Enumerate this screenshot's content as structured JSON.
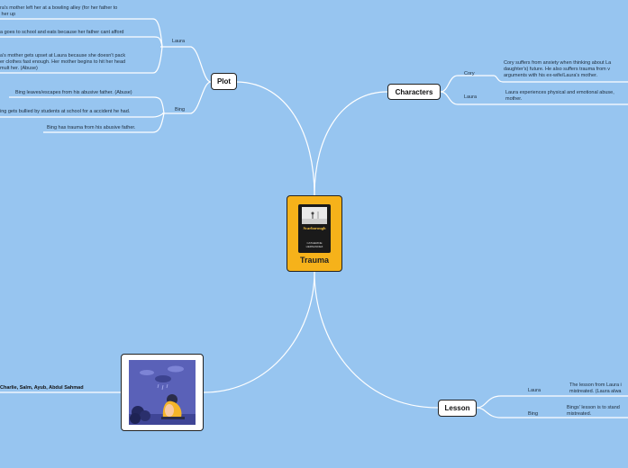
{
  "central": {
    "title": "Trauma",
    "book_title": "Scarborough",
    "book_author": "CATHERINE HERNANDEZ"
  },
  "branches": {
    "plot": "Plot",
    "characters": "Characters",
    "lesson": "Lesson"
  },
  "plot": {
    "laura_label": "Laura",
    "laura_items": [
      "ra's mother left her at a bowling alley (for her father to\n her up",
      "a goes to school and eats because her father cant afford",
      "a's mother gets upset at Laura because she doesn't pack\ner clothes fast enough. Her mother begins to hit her head\nmult her. (Abuse)"
    ],
    "bing_label": "Bing",
    "bing_items": [
      "Bing leaves/escapes from his abusive father. (Abuse)",
      "ing gets bullied by students at school for a accident he had.",
      "Bing has trauma from his abusive father."
    ]
  },
  "characters": {
    "cory_label": "Cory",
    "cory_text": "Cory suffers from anxiety when thinking about La\ndaughter's) future. He also suffers trauma from v\narguments with his ex-wife/Laura's mother.",
    "laura_label": "Laura",
    "laura_text": "Laura experiences physical and emotional abuse,\nmother."
  },
  "lesson": {
    "laura_label": "Laura",
    "laura_text": "The lesson from Laura i\nmistreated. (Laura alwa",
    "bing_label": "Bing",
    "bing_text": "Bings' lesson is to stand\nmistreated."
  },
  "authors": "Charlie, Salm, Ayub, Abdul Sahmad",
  "colors": {
    "background": "#97c5f0",
    "center": "#f6b21a",
    "line": "#ffffff"
  }
}
